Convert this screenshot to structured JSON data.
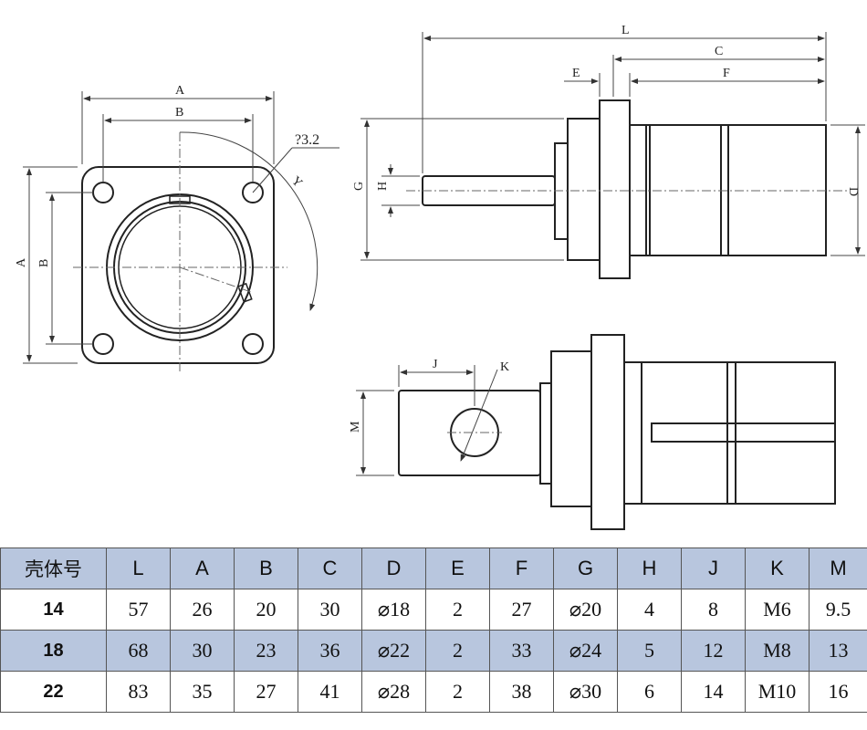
{
  "drawing": {
    "front_view": {
      "labels": {
        "A_top": "A",
        "B_top": "B",
        "A_side": "A",
        "B_side": "B",
        "hole": "?3.2",
        "angle": "Y"
      }
    },
    "side_view": {
      "labels": {
        "L": "L",
        "C": "C",
        "E": "E",
        "F": "F",
        "G": "G",
        "H": "H",
        "D": "D"
      }
    },
    "bottom_view": {
      "labels": {
        "J": "J",
        "K": "K",
        "M": "M"
      }
    }
  },
  "table": {
    "headers": [
      "壳体号",
      "L",
      "A",
      "B",
      "C",
      "D",
      "E",
      "F",
      "G",
      "H",
      "J",
      "K",
      "M"
    ],
    "rows": [
      [
        "14",
        "57",
        "26",
        "20",
        "30",
        "⌀18",
        "2",
        "27",
        "⌀20",
        "4",
        "8",
        "M6",
        "9.5"
      ],
      [
        "18",
        "68",
        "30",
        "23",
        "36",
        "⌀22",
        "2",
        "33",
        "⌀24",
        "5",
        "12",
        "M8",
        "13"
      ],
      [
        "22",
        "83",
        "35",
        "27",
        "41",
        "⌀28",
        "2",
        "38",
        "⌀30",
        "6",
        "14",
        "M10",
        "16"
      ]
    ]
  }
}
